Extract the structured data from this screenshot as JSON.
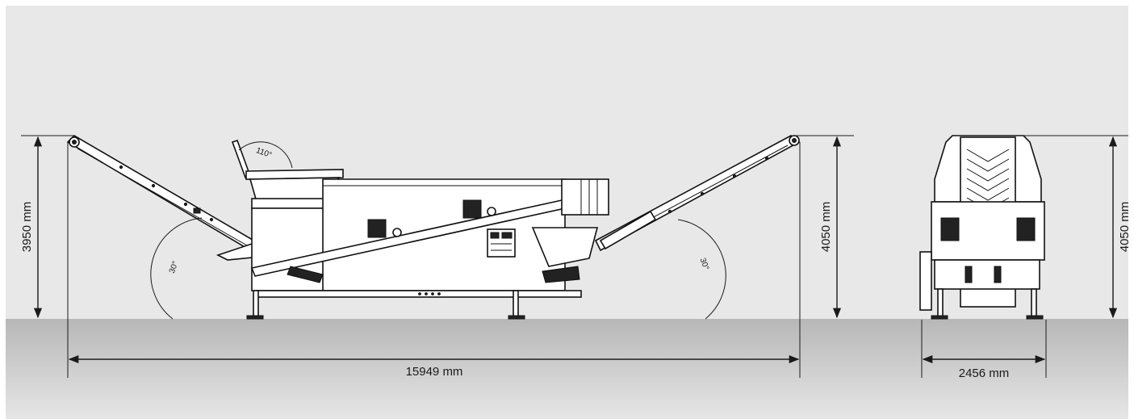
{
  "dimensions": {
    "left_height": "3950 mm",
    "right_height": "4050 mm",
    "overall_length": "15949 mm",
    "front_height": "4050 mm",
    "front_width": "2456 mm"
  },
  "angles": {
    "left_conveyor": "30°",
    "right_conveyor": "30°",
    "hopper_flap": "110°"
  },
  "colors": {
    "background": "#e8e8e8",
    "ground_top": "#b7b7b7",
    "ground_bottom": "#e6e6e6",
    "line": "#1a1a1a"
  }
}
